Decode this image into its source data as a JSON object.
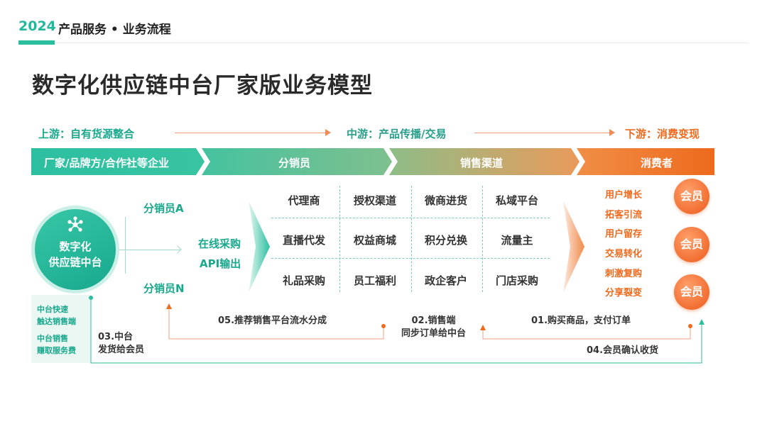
{
  "header": {
    "year": "2024",
    "title": "产品服务 • 业务流程"
  },
  "main_title": "数字化供应链中台厂家版业务模型",
  "flow": {
    "upstream": "上游：自有货源整合",
    "midstream": "中游：产品传播/交易",
    "downstream": "下游：消费变现"
  },
  "banner": [
    "厂家/品牌方/合作社等企业",
    "分销员",
    "销售渠道",
    "消费者"
  ],
  "hub": {
    "line1": "数字化",
    "line2": "供应链中台"
  },
  "distributors": {
    "a": "分销员A",
    "n": "分销员N"
  },
  "purchase": {
    "line1": "在线采购",
    "line2": "API输出"
  },
  "channels": [
    [
      "代理商",
      "授权渠道",
      "微商进货",
      "私域平台"
    ],
    [
      "直播代发",
      "权益商城",
      "积分兑换",
      "流量主"
    ],
    [
      "礼品采购",
      "员工福利",
      "政企客户",
      "门店采购"
    ]
  ],
  "consumer_actions": [
    "用户增长",
    "拓客引流",
    "用户留存",
    "交易转化",
    "刺激复购",
    "分享裂变"
  ],
  "member_label": "会员",
  "info": {
    "block1": [
      "中台快速",
      "触达销售端"
    ],
    "block2": [
      "中台销售",
      "赚取服务费"
    ]
  },
  "steps": {
    "s01": "01.购买商品，支付订单",
    "s02_line1": "02.销售端",
    "s02_line2": "同步订单给中台",
    "s03_line1": "03.中台",
    "s03_line2": "发货给会员",
    "s04": "04.会员确认收货",
    "s05": "05.推荐销售平台流水分成"
  },
  "colors": {
    "teal": "#1aa88d",
    "orange": "#ef6a1d",
    "flow_line": "#f0a080"
  }
}
